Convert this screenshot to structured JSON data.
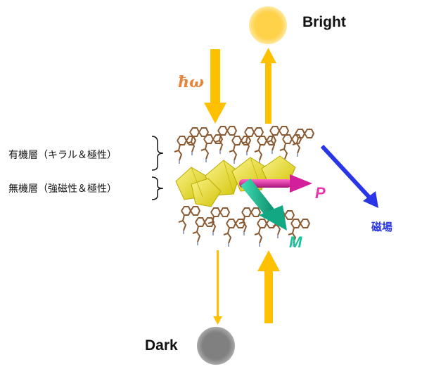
{
  "labels": {
    "bright": "Bright",
    "dark": "Dark",
    "photon": "ħω",
    "organic_layer": "有機層（キラル＆極性）",
    "inorganic_layer": "無機層（強磁性＆極性）",
    "polarization": "P",
    "magnetization": "M",
    "magnetic_field": "磁場"
  },
  "colors": {
    "beam": "#ffc000",
    "bright_spot": "#ffd24a",
    "dark_spot": "#808080",
    "photon_label": "#e8843a",
    "polarization_arrow": "#ee33aa",
    "magnetization_arrow": "#16c49a",
    "field_arrow": "#2a36e6",
    "octahedra": "#f0e81a",
    "organic_molecules": "#8b5a32"
  },
  "icons": {
    "bright_spot": "light-spot-icon",
    "dark_spot": "dark-spot-icon"
  }
}
